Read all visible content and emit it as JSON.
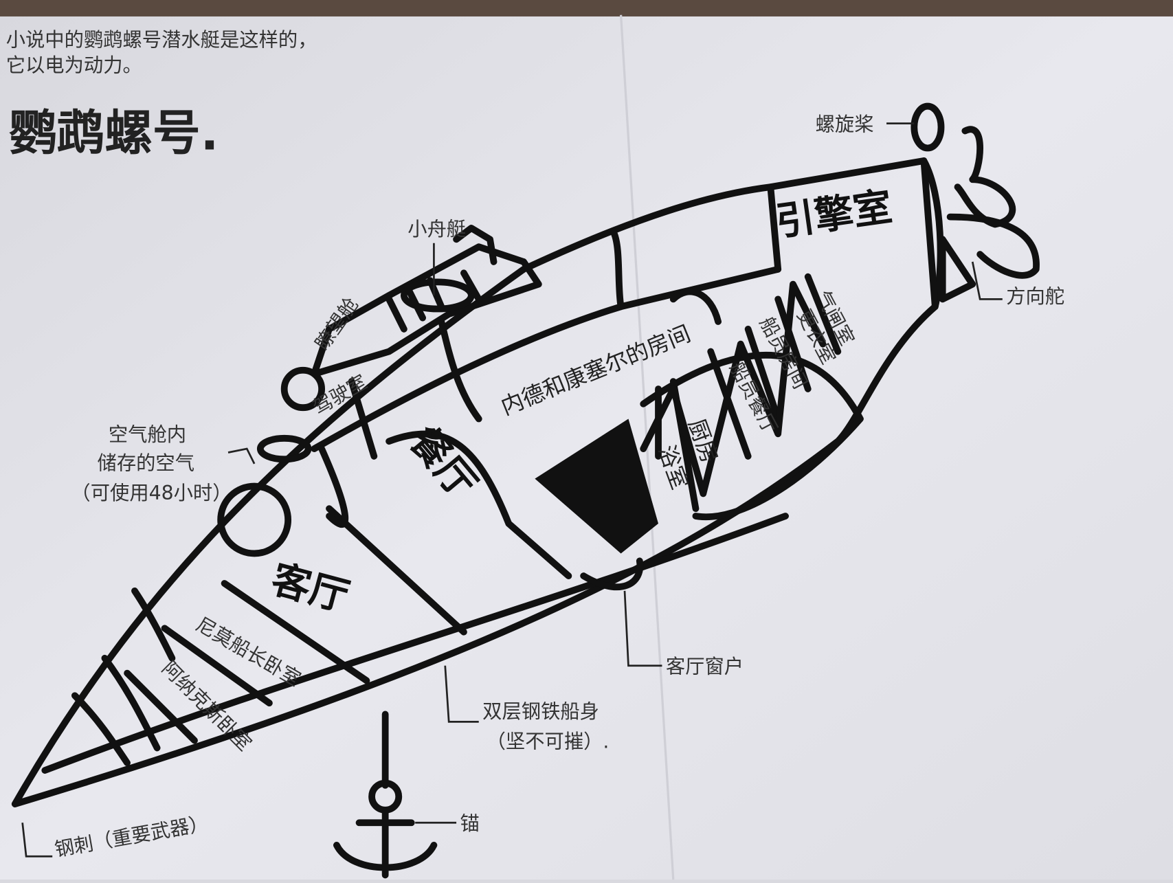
{
  "note": {
    "line1": "小说中的鹦鹉螺号潜水艇是这样的，",
    "line2": "它以电为动力。"
  },
  "title": "鹦鹉螺号.",
  "colors": {
    "paper": "#e4e4ea",
    "ink": "#111111",
    "pencil": "#555555"
  },
  "labels": {
    "propeller": "螺旋桨",
    "engine_room": "引擎室",
    "rudder": "方向舵",
    "small_boat": "小舟艇",
    "lookout": "瞭望舱",
    "airlock": "气闸室",
    "changing_room": "更衣室",
    "crew_quarters": "船员房间",
    "crew_mess": "船员餐厅",
    "kitchen": "厨房",
    "bathroom": "浴室",
    "ned_conseil_room": "内德和康塞尔的房间",
    "dining_room": "餐厅",
    "cockpit": "驾驶室",
    "air_tank_1": "空气舱内",
    "air_tank_2": "储存的空气",
    "air_tank_3": "（可使用48小时）",
    "salon": "客厅",
    "nemo_room": "尼莫船长卧室",
    "aronnax_room": "阿纳克斯卧室",
    "salon_window": "客厅窗户",
    "hull_1": "双层钢铁船身",
    "hull_2": "（坚不可摧）.",
    "ram": "钢刺（重要武器）",
    "anchor": "锚"
  }
}
